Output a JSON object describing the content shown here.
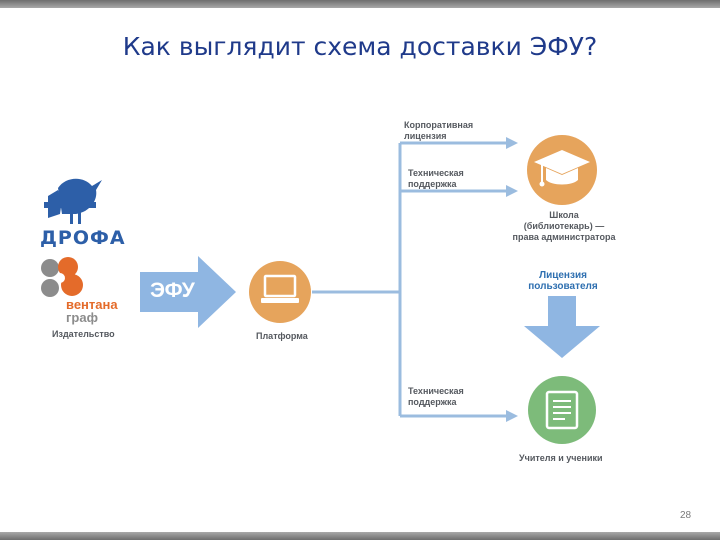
{
  "title": "Как выглядит схема доставки ЭФУ?",
  "publishers": {
    "drofa": "ДРОФА",
    "ventana_line1": "вентана",
    "ventana_line2": "граф",
    "label": "Издательство"
  },
  "efu_arrow": "ЭФУ",
  "platform_label": "Платформа",
  "branches": {
    "corporate_license": [
      "Корпоративная",
      "лицензия"
    ],
    "tech_support_top": [
      "Техническая",
      "поддержка"
    ],
    "tech_support_bottom": [
      "Техническая",
      "поддержка"
    ]
  },
  "school": [
    "Школа",
    "(библиотекарь) —",
    "права администратора"
  ],
  "user_license": [
    "Лицензия",
    "пользователя"
  ],
  "teachers": "Учителя и ученики",
  "page_number": "28",
  "colors": {
    "title": "#1f3a8a",
    "line": "#9bbcdf",
    "platform": "#e6a45c",
    "school": "#e6a45c",
    "teachers": "#7dbb7a",
    "orange": "#e46b2a",
    "blue": "#2d5fa8"
  }
}
